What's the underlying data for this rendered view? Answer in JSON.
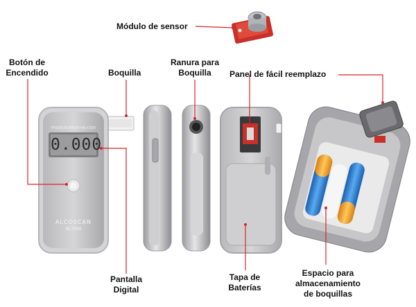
{
  "labels": {
    "sensor_module": "Módulo de sensor",
    "power_button": [
      "Botón de",
      "Encendido"
    ],
    "mouthpiece": "Boquilla",
    "mouthpiece_slot": [
      "Ranura para",
      "Boquilla"
    ],
    "easy_panel": "Panel de fácil reemplazo",
    "digital_display": [
      "Pantalla",
      "Digital"
    ],
    "battery_cover": [
      "Tapa de",
      "Baterías"
    ],
    "storage_space": [
      "Espacio para",
      "almacenamiento",
      "de boquillas"
    ]
  },
  "device": {
    "header_text": "PREMIUM BREATHALYZER",
    "display_value": "0.000",
    "brand": "ALCOSCAN",
    "model": "AL7000"
  },
  "colors": {
    "callout_line": "#d8232a",
    "body_silver": "#c9c9cb",
    "display_lcd": "#9a9a9a",
    "battery_blue": "#2a7fd4",
    "battery_orange": "#f0a020"
  }
}
